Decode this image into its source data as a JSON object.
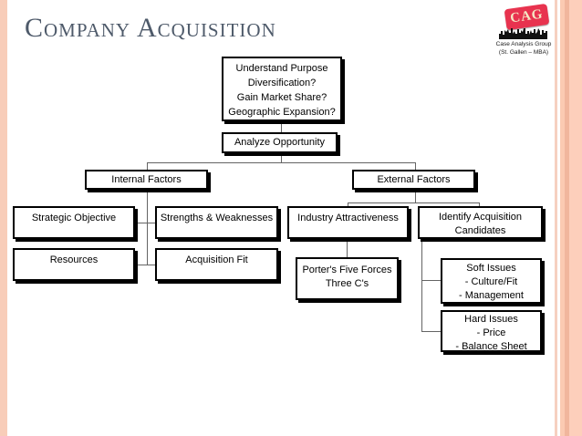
{
  "slide": {
    "title": "Company Acquisition"
  },
  "logo": {
    "acronym": "CAG",
    "line1": "Case Analysis Group",
    "line2": "(St. Gallen – MBA)",
    "badge_color": "#e8334f"
  },
  "flowchart": {
    "understand": {
      "label": "Understand Purpose\nDiversification?\nGain Market Share?\nGeographic Expansion?"
    },
    "analyze": {
      "label": "Analyze Opportunity"
    },
    "internal": {
      "label": "Internal Factors"
    },
    "external": {
      "label": "External Factors"
    },
    "strategic": {
      "label": "Strategic Objective"
    },
    "strengths": {
      "label": "Strengths & Weaknesses"
    },
    "industry": {
      "label": "Industry Attractiveness"
    },
    "identify": {
      "label": "Identify Acquisition\nCandidates"
    },
    "resources": {
      "label": "Resources"
    },
    "fit": {
      "label": "Acquisition Fit"
    },
    "porters": {
      "label": "Porter's Five Forces\nThree C's"
    },
    "soft": {
      "label": "Soft Issues\n- Culture/Fit\n- Management"
    },
    "hard": {
      "label": "Hard Issues\n- Price\n- Balance Sheet"
    }
  },
  "colors": {
    "title_text": "#4e5a6a",
    "edge_stripe_salmon": "#fbcdb8",
    "box_border": "#000000",
    "box_shadow": "#000000",
    "connector": "#646464",
    "badge_red": "#e8334f"
  }
}
